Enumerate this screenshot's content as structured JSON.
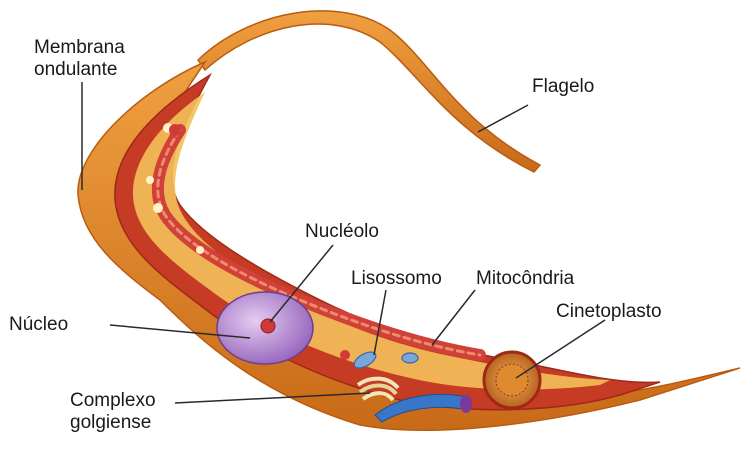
{
  "labels": {
    "membrana_line1": "Membrana",
    "membrana_line2": "ondulante",
    "flagelo": "Flagelo",
    "nucleolo": "Nucléolo",
    "lisossomo": "Lisossomo",
    "mitocondria": "Mitocôndria",
    "cinetoplasto": "Cinetoplasto",
    "nucleo": "Núcleo",
    "complexo_line1": "Complexo",
    "complexo_line2": "golgiense"
  },
  "colors": {
    "membrane": "#e0892b",
    "membrane_edge": "#b85c12",
    "cytoplasm_outer": "#c73c22",
    "cytoplasm_inner": "#f0b44a",
    "mitochondria": "#d0413a",
    "nucleus": "#a678c8",
    "nucleolus": "#d23a3a",
    "lysosome": "#7aa6d8",
    "kinetoplast": "#d47a28",
    "golgi": "#f2e6b8"
  }
}
